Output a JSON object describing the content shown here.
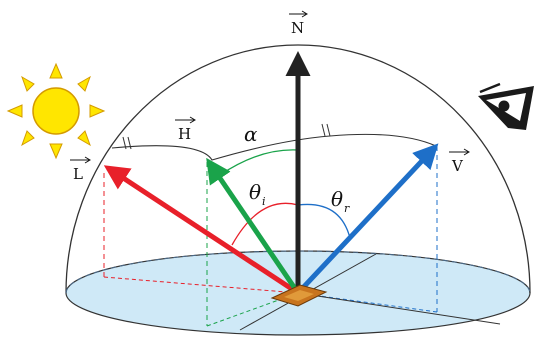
{
  "diagram": {
    "vectors": {
      "normal": "N",
      "half": "H",
      "light": "L",
      "view": "V"
    },
    "angles": {
      "alpha": "α",
      "theta": "θ",
      "theta_i_sub": "i",
      "theta_r_sub": "r"
    },
    "colors": {
      "light_arrow": "#e8202a",
      "half_arrow": "#1aa34a",
      "view_arrow": "#1e6fc8",
      "normal_arrow": "#222222",
      "disk_fill": "#cfe9f7",
      "sun_fill": "#ffe600",
      "patch_fill": "#c8741e"
    },
    "icons": [
      "sun-icon",
      "eye-icon"
    ]
  }
}
